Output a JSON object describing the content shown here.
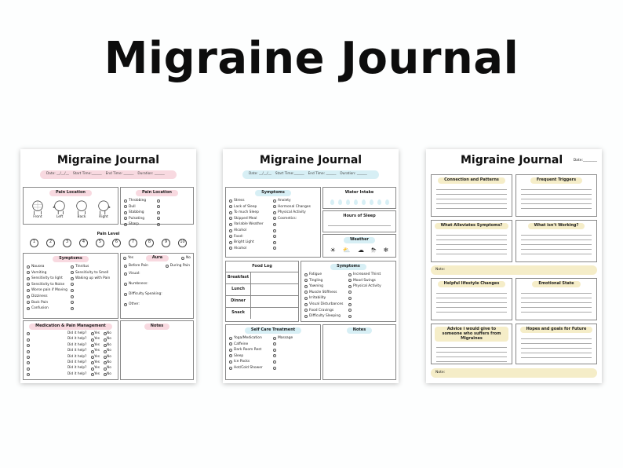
{
  "main_title": "Migraine Journal",
  "sheet1": {
    "title": "Migraine Journal",
    "meta": [
      "Date: __/__/__",
      "Start Time:______",
      "End Time: ______",
      "Duration: ______"
    ],
    "pain_location": "Pain Location",
    "heads": [
      "Front",
      "Left",
      "Back",
      "Right"
    ],
    "pain_types": [
      "Throbbing",
      "Dull",
      "Stabbing",
      "Pulsating",
      "Sharp"
    ],
    "pain_level": "Pain Level",
    "levels": [
      "1",
      "2",
      "3",
      "4",
      "5",
      "6",
      "7",
      "8",
      "9",
      "10"
    ],
    "symptoms": "Symptoms",
    "symptoms_left": [
      "Nausea",
      "Vomiting",
      "Sensitivity to light",
      "Sensitivity to Noise",
      "Worse pain if Moving",
      "Dizziness",
      "Back Pain",
      "Confusion"
    ],
    "symptoms_right": [
      "Tinnitus",
      "Sensitivity to Smell",
      "Waking up with Pain",
      "",
      "",
      "",
      "",
      ""
    ],
    "aura": "Aura",
    "aura_yes": "Yes",
    "aura_no": "No",
    "aura_opts": [
      "Before Pain",
      "During Pain",
      "Visual:",
      "Numbness:",
      "Difficulty Speaking:",
      "Other:"
    ],
    "medication": "Medication & Pain Management",
    "did_it_help": "Did it help?",
    "yes": "Yes",
    "no": "No",
    "notes": "Notes"
  },
  "sheet2": {
    "title": "Migraine Journal",
    "meta": [
      "Date: __/__/__",
      "Start Time:______",
      "End Time: ______",
      "Duration: ______"
    ],
    "symptoms": "Symptoms",
    "triggers_left": [
      "Stress",
      "Lack of Sleep",
      "To much Sleep",
      "Skipped Meal",
      "Variable Weather",
      "Alcohol",
      "Food:",
      "Bright Light",
      "Alcohol"
    ],
    "triggers_right": [
      "Anxiety",
      "Hormonal Changes",
      "Physical Activity",
      "Cosmetics:",
      "",
      "",
      "",
      "",
      ""
    ],
    "water_intake": "Water Intake",
    "hours_of_sleep": "Hours of Sleep",
    "weather": "Weather",
    "weather_icons": [
      "☀",
      "⛅",
      "☁",
      "⛈",
      "❄"
    ],
    "food_log": "Food Log",
    "meals": [
      "Breakfast",
      "Lunch",
      "Dinner",
      "Snack"
    ],
    "symptoms2": "Symptoms",
    "symptoms2_left": [
      "Fatigue",
      "Tingling",
      "Yawning",
      "Muscle Stiffness",
      "Irritability",
      "Visual Disturbances",
      "Food Cravings",
      "Difficulty Sleeping"
    ],
    "symptoms2_right": [
      "Increased Thirst",
      "Mood Swings",
      "Physical Activity",
      "",
      "",
      "",
      "",
      ""
    ],
    "self_care": "Self Care Treatment",
    "self_care_left": [
      "Yoga/Medication",
      "Caffeine",
      "Dark Room Rest",
      "Sleep",
      "Ice Packs",
      "Hot/Cold Shower"
    ],
    "self_care_right": [
      "Massage",
      "",
      "",
      "",
      "",
      ""
    ],
    "notes": "Notes"
  },
  "sheet3": {
    "title": "Migraine Journal",
    "date": "Date:________",
    "boxes": [
      "Connection and Patterns",
      "Frequent Triggers",
      "What Alleviates Symptoms?",
      "What isn't Working?"
    ],
    "note": "Note:",
    "boxes2": [
      "Helpful lifestyle Changes",
      "Emotional State",
      "Advice i would give to someone who suffers from Migraines",
      "Hopes and goals for Future"
    ],
    "note2": "Note:"
  }
}
